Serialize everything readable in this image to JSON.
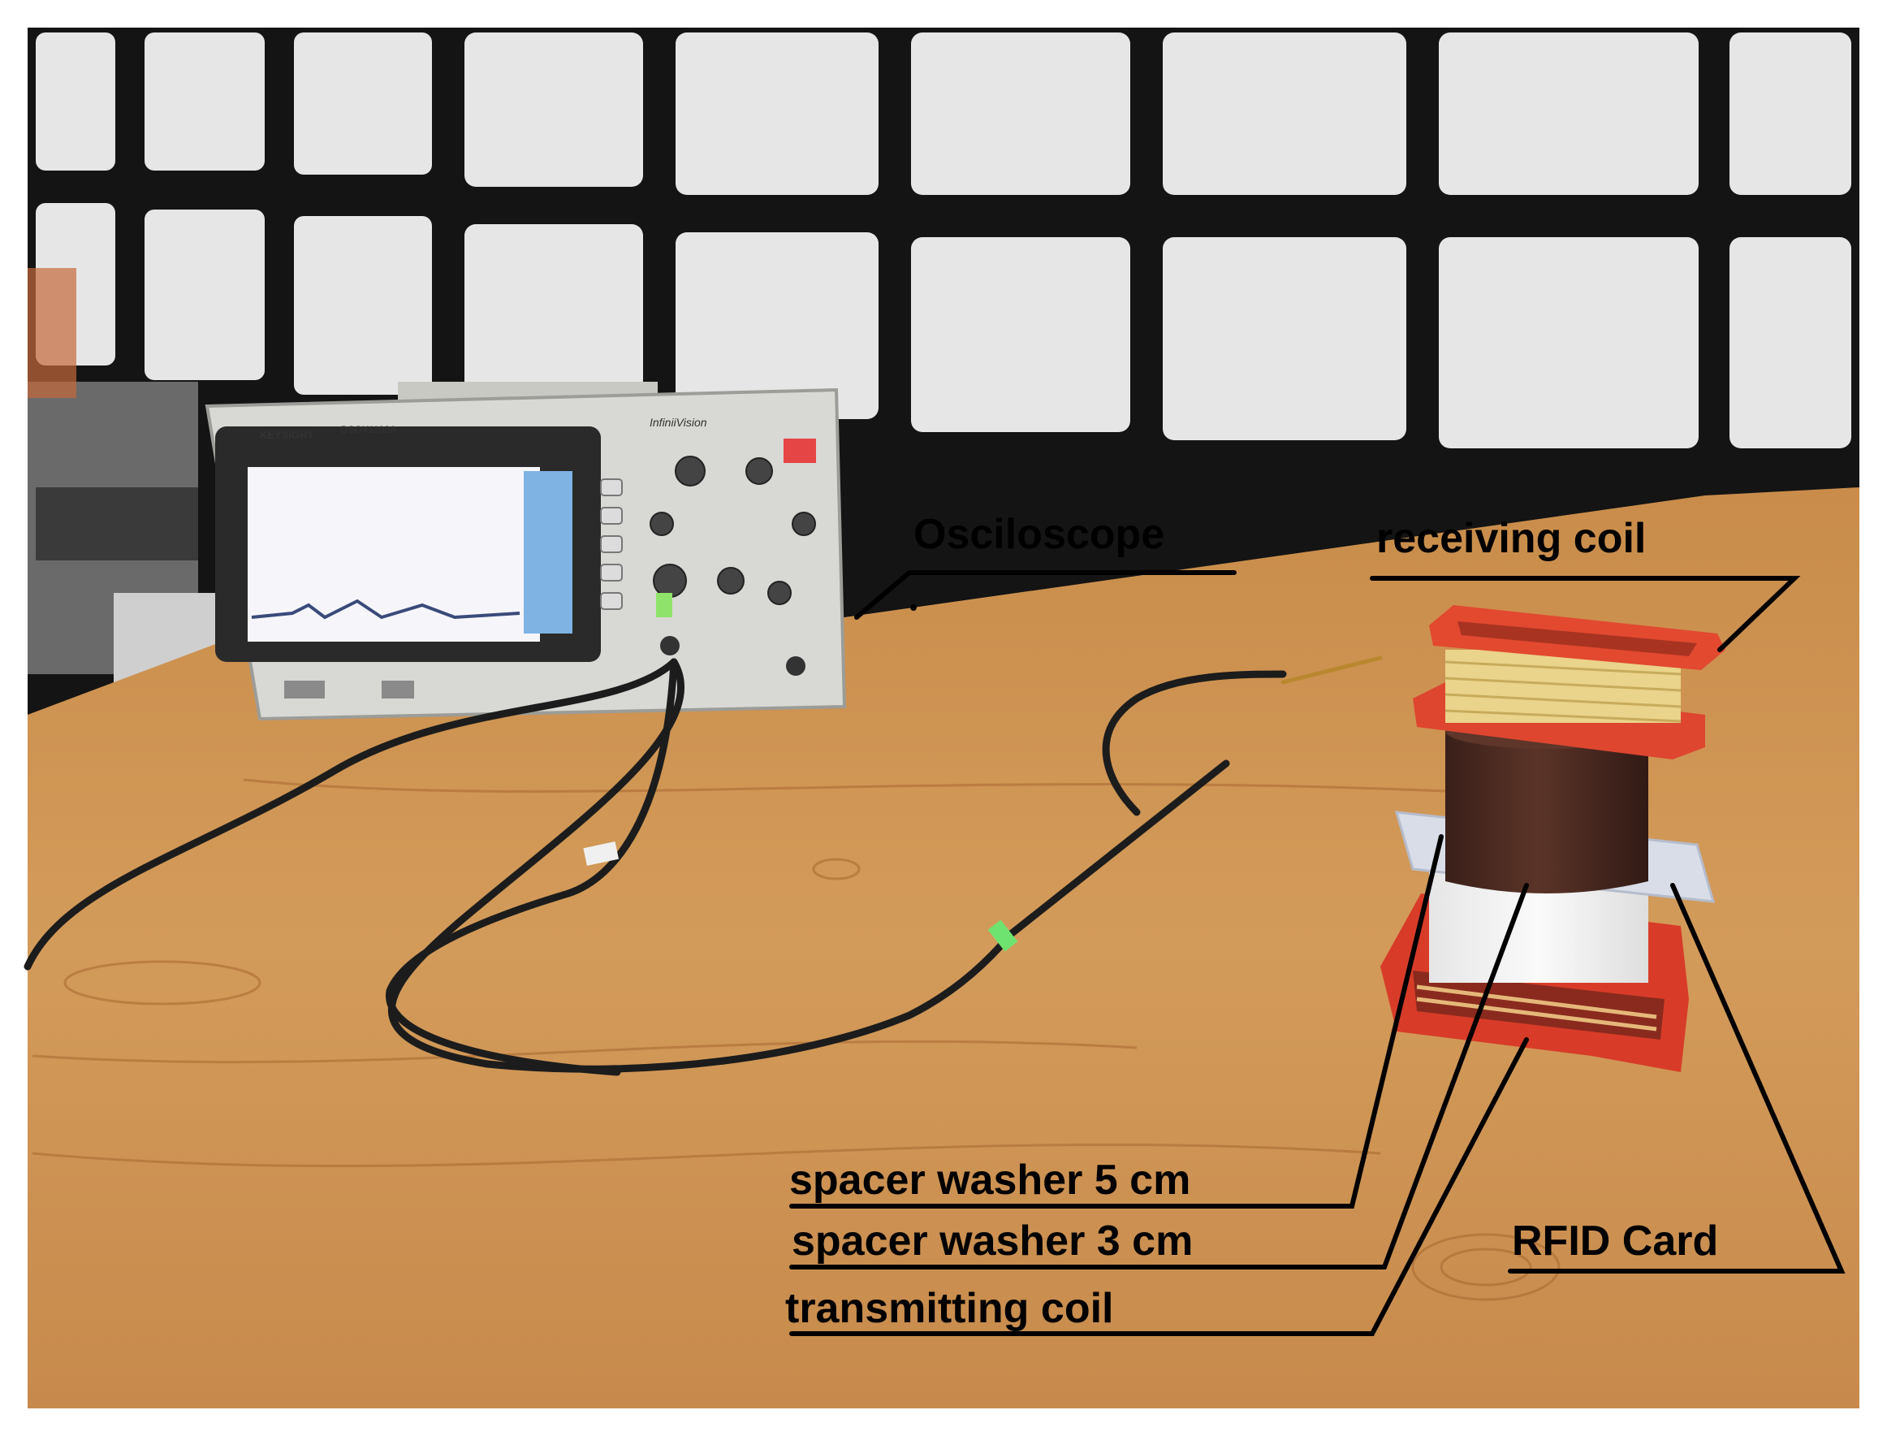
{
  "labels": {
    "oscilloscope": "Osciloscope",
    "receiving_coil": "receiving coil",
    "spacer_5": "spacer washer 5 cm",
    "spacer_3": "spacer washer 3 cm",
    "transmitting_coil": "transmitting coil",
    "rfid_card": "RFID Card"
  },
  "device_text": {
    "brand": "KEYSIGHT",
    "model": "DSOX1102A",
    "series": "InfiniiVision"
  },
  "colors": {
    "wall_panel": "#e9e9e9",
    "wall_grid": "#111111",
    "table_wood": "#c9904f",
    "coil_red": "#e0452b",
    "coil_wire": "#e8cf7a",
    "spacer_brown": "#4a2a22",
    "spacer_white": "#f2f2f2",
    "scope_body": "#d9d9d6",
    "scope_screen": "#f7f7fa"
  }
}
